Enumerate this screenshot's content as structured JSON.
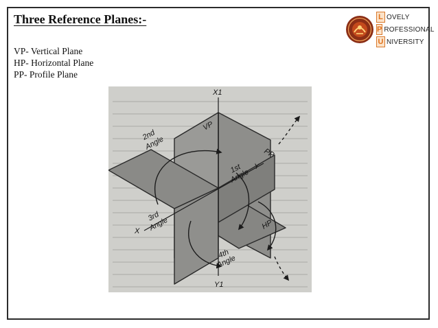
{
  "slide": {
    "title": "Three Reference Planes:-",
    "planes": [
      "VP- Vertical Plane",
      "HP- Horizontal Plane",
      "PP- Profile Plane"
    ]
  },
  "logo": {
    "rows": [
      {
        "letter": "L",
        "rest": "OVELY"
      },
      {
        "letter": "P",
        "rest": "ROFESSIONAL"
      },
      {
        "letter": "U",
        "rest": "NIVERSITY"
      }
    ],
    "colors": {
      "accent": "#e2731e",
      "emblem": "#8b2e16"
    }
  },
  "figure": {
    "axis_labels": {
      "x": "X",
      "x1": "X1",
      "y": "Y",
      "y1": "Y1"
    },
    "plane_labels": {
      "vp": "VP",
      "hp": "HP",
      "pp": "PP"
    },
    "angles": {
      "second": [
        "2nd",
        "Angle"
      ],
      "first": [
        "1st",
        "Angle"
      ],
      "third": [
        "3rd",
        "Angle"
      ],
      "fourth": [
        "4th",
        "Angle"
      ]
    },
    "colors": {
      "paper": "#cfcfcb",
      "plane_fill": "#8e8e8b",
      "plane_edge": "#2a2a2a",
      "arrow": "#1c1c1c"
    }
  }
}
